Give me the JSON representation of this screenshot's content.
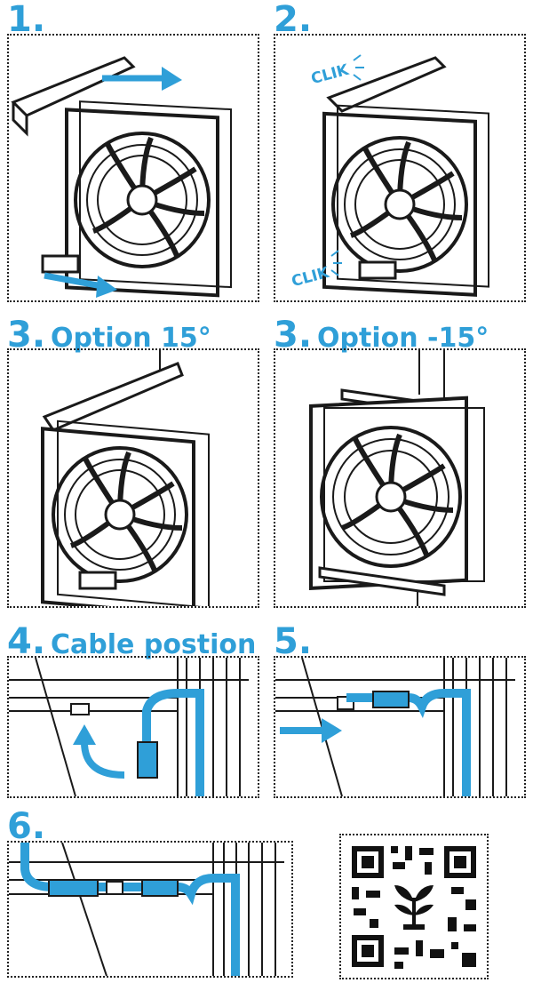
{
  "steps": [
    {
      "number": "1.",
      "label": ""
    },
    {
      "number": "2.",
      "label": ""
    },
    {
      "number": "3.",
      "label": "Option 15°"
    },
    {
      "number": "3.",
      "label": "Option -15°"
    },
    {
      "number": "4.",
      "label": "Cable postion"
    },
    {
      "number": "5.",
      "label": ""
    },
    {
      "number": "6.",
      "label": ""
    }
  ],
  "clik_text": "CLIK",
  "colors": {
    "accent": "#2f9fd8",
    "ink": "#1a1a1a"
  },
  "icons": [
    "arrow-right-icon",
    "arrow-curved-up-icon",
    "qr-code-icon",
    "plant-logo-icon",
    "fan-icon"
  ]
}
